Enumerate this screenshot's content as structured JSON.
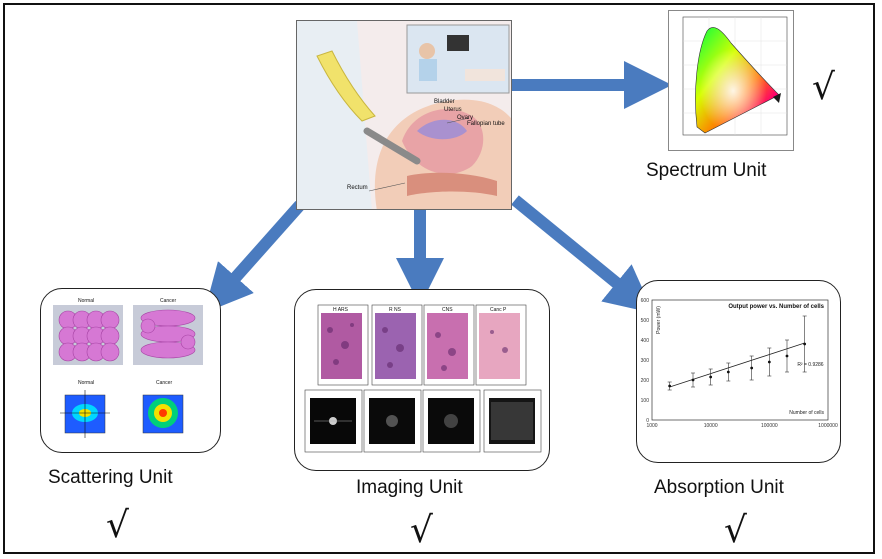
{
  "units": {
    "spectrum": {
      "label": "Spectrum Unit",
      "check": "√"
    },
    "scattering": {
      "label": "Scattering Unit",
      "check": "√",
      "top_left_caption": "Normal",
      "top_right_caption": "Cancer",
      "bottom_left_caption": "Normal",
      "bottom_right_caption": "Cancer"
    },
    "imaging": {
      "label": "Imaging Unit",
      "check": "√",
      "tile_captions": [
        "H ARS",
        "R NS",
        "CNS",
        "Canc P"
      ]
    },
    "absorption": {
      "label": "Absorption Unit",
      "check": "√",
      "chart_data": {
        "type": "scatter",
        "title": "Output power vs. Number of cells",
        "xlabel": "Number of cells",
        "ylabel": "Power (mW)",
        "x_scale": "log",
        "xlim": [
          1000,
          1000000
        ],
        "ylim": [
          0,
          600
        ],
        "x_ticks": [
          "1000",
          "10000",
          "100000",
          "1000000"
        ],
        "y_ticks": [
          0,
          100,
          200,
          300,
          400,
          500,
          600
        ],
        "annotation": "R² = 0.9286",
        "x": [
          2000,
          5000,
          10000,
          20000,
          50000,
          100000,
          200000,
          400000
        ],
        "y": [
          170,
          200,
          215,
          240,
          260,
          290,
          320,
          380
        ],
        "error": [
          20,
          35,
          40,
          45,
          60,
          70,
          80,
          140
        ],
        "trend": [
          [
            2000,
            165
          ],
          [
            400000,
            385
          ]
        ]
      }
    }
  },
  "anatomy": {
    "labels": [
      "Bladder",
      "Uterus",
      "Ovary",
      "Fallopian tube",
      "Rectum"
    ]
  },
  "colors": {
    "arrow": "#4a7bbf",
    "heatmap_core": "#f5e100"
  }
}
